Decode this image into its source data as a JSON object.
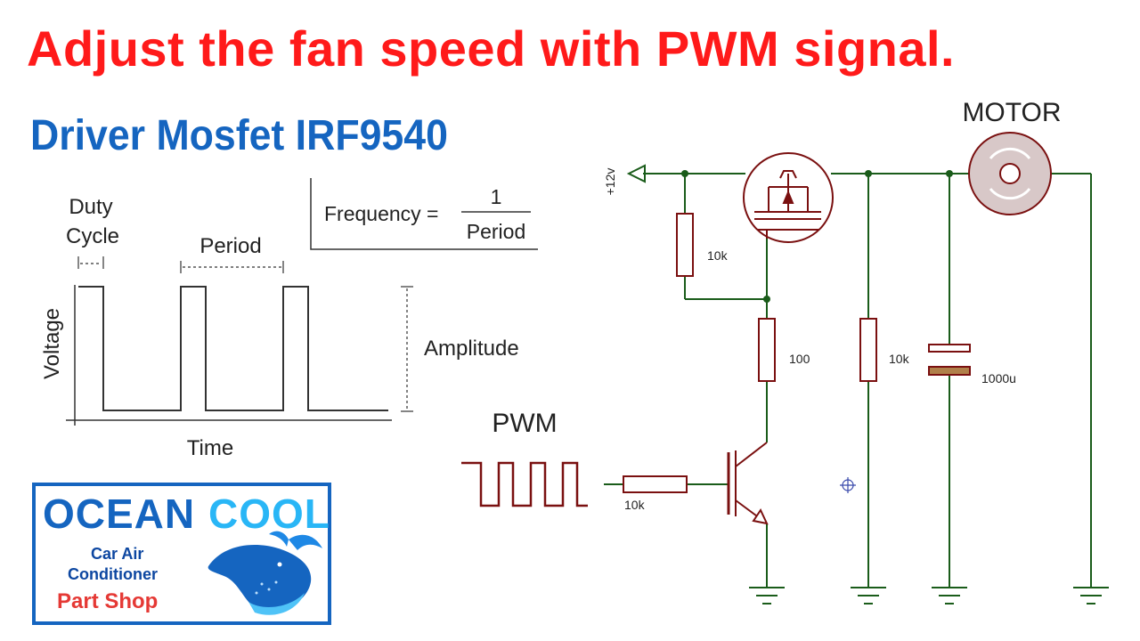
{
  "title": "Adjust the fan speed with PWM signal.",
  "subtitle": "Driver Mosfet IRF9540",
  "waveform": {
    "duty_cycle_label_line1": "Duty",
    "duty_cycle_label_line2": "Cycle",
    "period_label": "Period",
    "y_axis_label": "Voltage",
    "x_axis_label": "Time",
    "amplitude_label": "Amplitude",
    "formula_lhs": "Frequency =",
    "formula_numerator": "1",
    "formula_denominator": "Period"
  },
  "circuit": {
    "supply_label": "+12v",
    "motor_label": "MOTOR",
    "pwm_label": "PWM",
    "r_gate_pullup": "10k",
    "r_gate": "100",
    "r_bleed": "10k",
    "r_base": "10k",
    "capacitor": "1000u",
    "wire_color": "#1a5c1a",
    "component_color": "#7a1010"
  },
  "logo": {
    "word1": "OCEAN",
    "word2": "COOL",
    "line1": "Car Air",
    "line2": "Conditioner",
    "line3": "Part Shop"
  }
}
